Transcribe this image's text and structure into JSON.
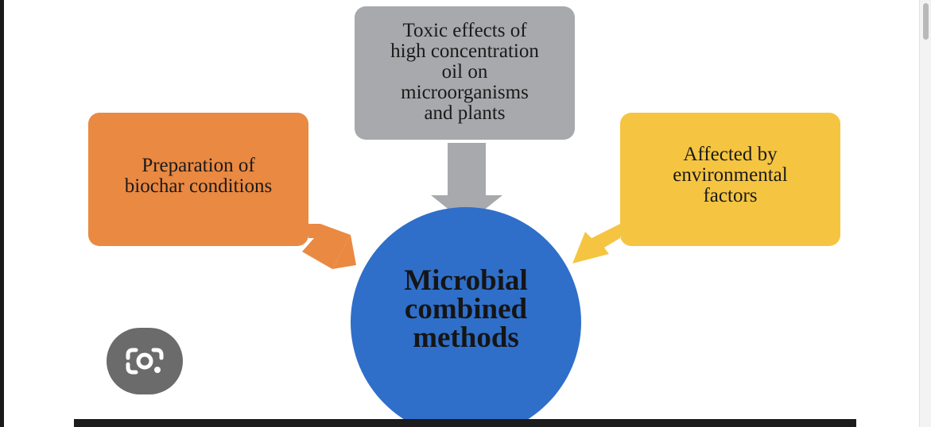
{
  "diagram": {
    "top_box": {
      "lines": [
        "Toxic effects of",
        "high concentration",
        "oil on",
        "microorganisms",
        "and plants"
      ],
      "color": "#a7a9ac"
    },
    "left_box": {
      "lines": [
        "Preparation of",
        "biochar conditions"
      ],
      "color": "#ea8942"
    },
    "right_box": {
      "lines": [
        "Affected by",
        "environmental",
        "factors"
      ],
      "color": "#f5c542"
    },
    "center": {
      "lines": [
        "Microbial",
        "combined",
        "methods"
      ],
      "color": "#2f6fc9"
    }
  },
  "overlay": {
    "lens_icon": "google-lens-icon"
  }
}
